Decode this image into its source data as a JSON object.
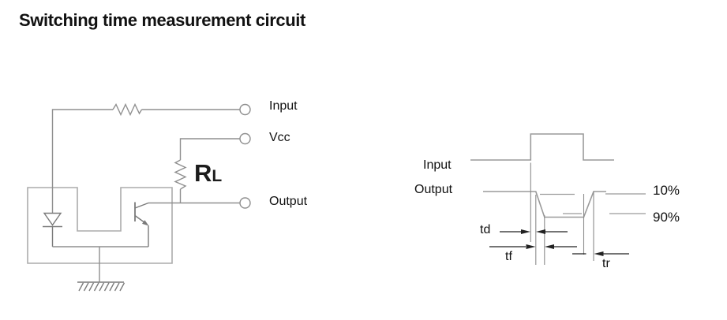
{
  "title": "Switching time measurement circuit",
  "colors": {
    "wire": "#8f8f8f",
    "package": "#ababab",
    "component": "#7a7a7a",
    "waveform": "#9a9a9a",
    "reference": "#8a8a8a",
    "annotation": "#222222",
    "text": "#111111"
  },
  "circuit": {
    "terminals": [
      {
        "label": "Input"
      },
      {
        "label": "Vcc"
      },
      {
        "label": "Output"
      }
    ],
    "load_resistor": {
      "symbol": "R",
      "subscript": "L"
    }
  },
  "waveform": {
    "input_label": "Input",
    "output_label": "Output",
    "annotations": {
      "td": "td",
      "tf": "tf",
      "tr": "tr"
    },
    "levels": {
      "p10": "10%",
      "p90": "90%"
    }
  }
}
